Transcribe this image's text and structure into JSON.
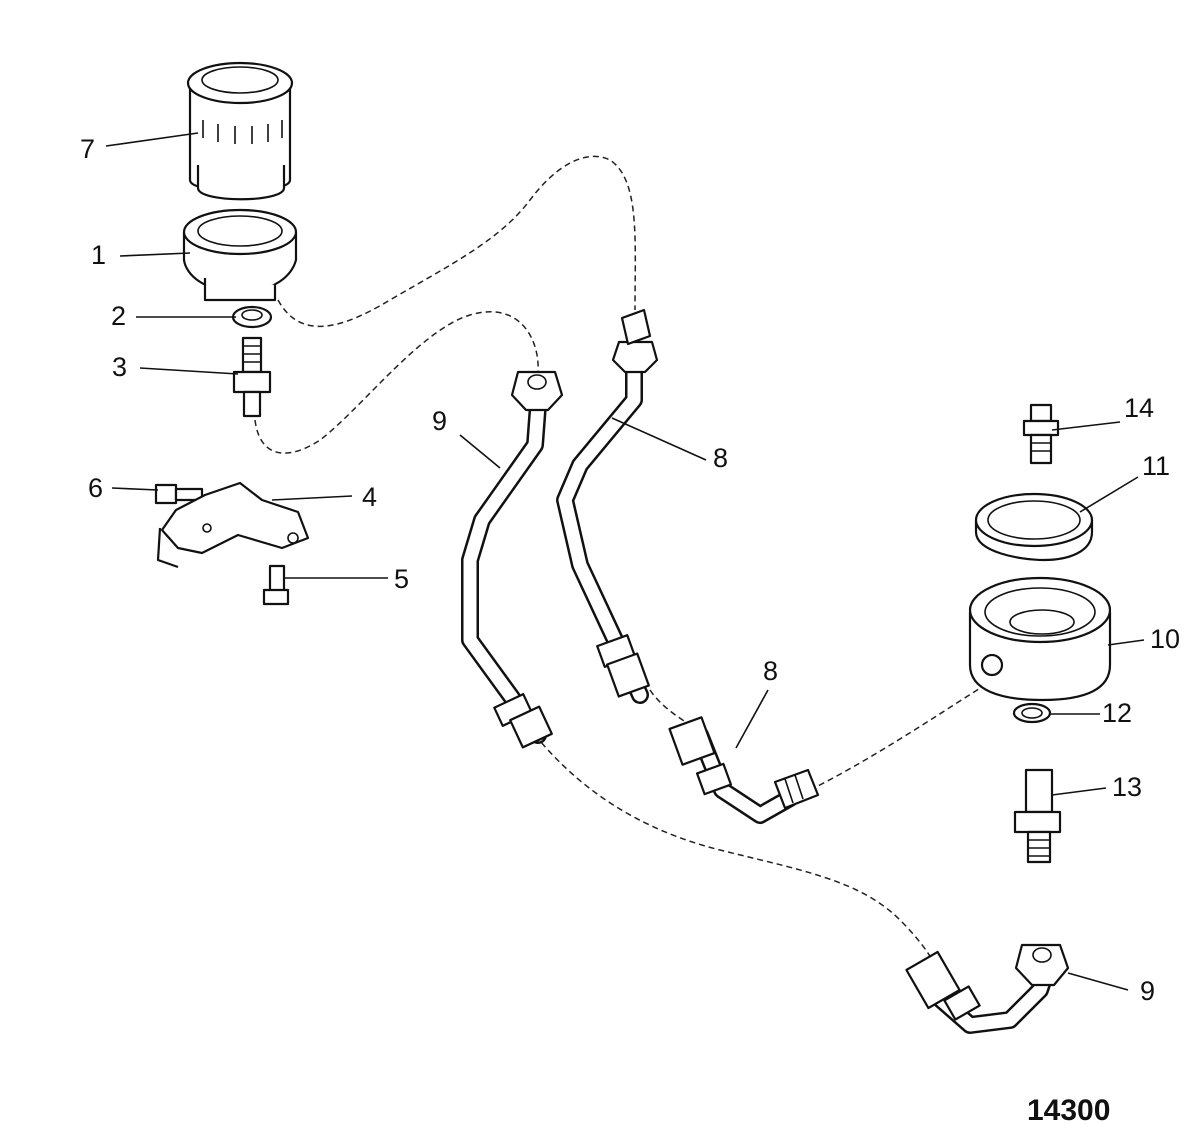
{
  "callouts": [
    {
      "id": "c7",
      "text": "7"
    },
    {
      "id": "c1",
      "text": "1"
    },
    {
      "id": "c2",
      "text": "2"
    },
    {
      "id": "c3",
      "text": "3"
    },
    {
      "id": "c6",
      "text": "6"
    },
    {
      "id": "c4",
      "text": "4"
    },
    {
      "id": "c5",
      "text": "5"
    },
    {
      "id": "c9a",
      "text": "9"
    },
    {
      "id": "c8a",
      "text": "8"
    },
    {
      "id": "c14",
      "text": "14"
    },
    {
      "id": "c11",
      "text": "11"
    },
    {
      "id": "c10",
      "text": "10"
    },
    {
      "id": "c8b",
      "text": "8"
    },
    {
      "id": "c12",
      "text": "12"
    },
    {
      "id": "c13",
      "text": "13"
    },
    {
      "id": "c9b",
      "text": "9"
    }
  ],
  "drawing_number": "14300"
}
